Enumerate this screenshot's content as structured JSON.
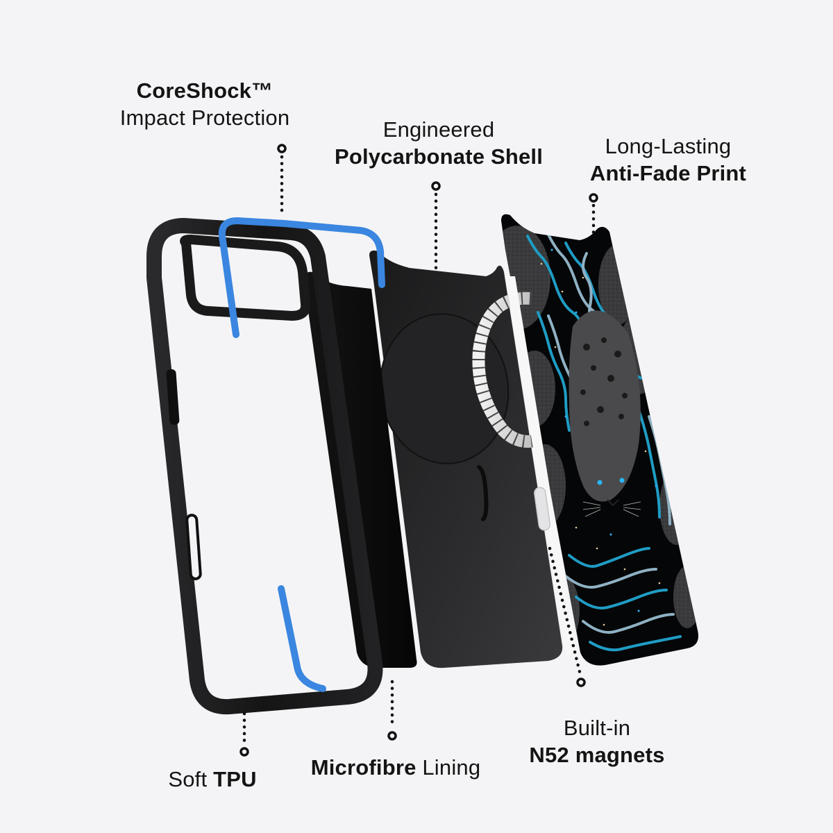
{
  "colors": {
    "background": "#f4f4f6",
    "text": "#141414",
    "tpu_frame": "#1c1c1e",
    "coreshock_blue": "#3a86e0",
    "shell": "#2b2b2d",
    "microfibre": "#0e0e0e",
    "magnet_ring": "#e6e6e6",
    "print_bg": "#050607",
    "print_wave_teal": "#1f9cc4",
    "print_wave_grey": "#8fb1c4",
    "print_stone": "#3a3a3c",
    "leopard_eye": "#29b6f6"
  },
  "callouts": [
    {
      "id": "coreshock",
      "line1": "CoreShock™",
      "line1_weight": "bold",
      "line2": "Impact Protection",
      "line2_weight": "regular",
      "target": "blue-impact-bumper",
      "position": "top-left"
    },
    {
      "id": "polycarbonate",
      "line1": "Engineered",
      "line1_weight": "regular",
      "line2": "Polycarbonate Shell",
      "line2_weight": "bold",
      "target": "black-shell",
      "position": "top-center"
    },
    {
      "id": "antifade",
      "line1": "Long-Lasting",
      "line1_weight": "regular",
      "line2": "Anti-Fade Print",
      "line2_weight": "bold",
      "target": "printed-back-panel",
      "position": "top-right"
    },
    {
      "id": "tpu",
      "part1": "Soft ",
      "part1_weight": "regular",
      "part2": "TPU",
      "part2_weight": "bold",
      "target": "tpu-frame",
      "position": "bottom-left"
    },
    {
      "id": "microfibre",
      "part1": "Microfibre",
      "part1_weight": "bold",
      "part2": " Lining",
      "part2_weight": "regular",
      "target": "microfibre-lining",
      "position": "bottom-center"
    },
    {
      "id": "magnets",
      "line1": "Built-in",
      "line1_weight": "regular",
      "line2": "N52 magnets",
      "line2_weight": "bold",
      "target": "magsafe-ring",
      "position": "bottom-right"
    }
  ],
  "layers": [
    {
      "name": "tpu-frame",
      "description": "Black TPU bumper frame with clear back and camera cutout"
    },
    {
      "name": "coreshock-bumper",
      "description": "Blue CoreShock impact strip"
    },
    {
      "name": "microfibre-lining",
      "description": "Black microfibre interior lining"
    },
    {
      "name": "polycarbonate-shell",
      "description": "Black polycarbonate shell with MagSafe circle"
    },
    {
      "name": "magnet-ring",
      "description": "Silver segmented N52 magnet ring"
    },
    {
      "name": "print-panel",
      "description": "Leopard artwork with teal waves and dark stones"
    }
  ]
}
